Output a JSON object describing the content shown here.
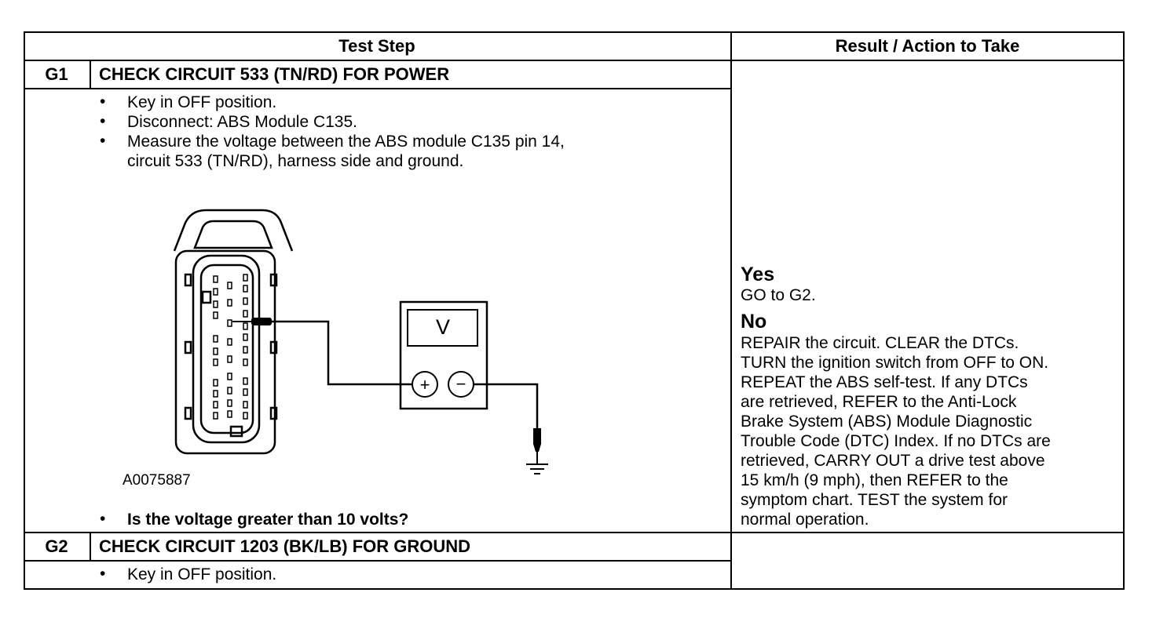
{
  "table": {
    "header_step": "Test Step",
    "header_result": "Result / Action to Take"
  },
  "g1": {
    "id": "G1",
    "title": "CHECK CIRCUIT 533 (TN/RD) FOR POWER",
    "bullets": [
      "Key in OFF position.",
      "Disconnect: ABS Module C135.",
      "Measure the voltage between the ABS module C135 pin 14,",
      "circuit 533 (TN/RD), harness side and ground."
    ],
    "figure_id": "A0075887",
    "meter_label": "V",
    "plus": "+",
    "minus": "−",
    "question": "Is the voltage greater than 10 volts?"
  },
  "result_g1": {
    "yes_label": "Yes",
    "yes_action": "GO to G2.",
    "no_label": "No",
    "no_lines": [
      "REPAIR the circuit. CLEAR the DTCs.",
      "TURN the ignition switch from OFF to ON.",
      "REPEAT the ABS self-test. If any DTCs",
      "are retrieved, REFER to the Anti-Lock",
      "Brake System (ABS) Module Diagnostic",
      "Trouble Code (DTC) Index. If no DTCs are",
      "retrieved,  CARRY OUT a drive test above",
      "15 km/h (9 mph), then REFER to the",
      "symptom chart. TEST the system for",
      "normal operation."
    ]
  },
  "g2": {
    "id": "G2",
    "title": "CHECK CIRCUIT 1203 (BK/LB) FOR GROUND",
    "bullets": [
      "Key in OFF position."
    ]
  },
  "bullet_char": "•"
}
